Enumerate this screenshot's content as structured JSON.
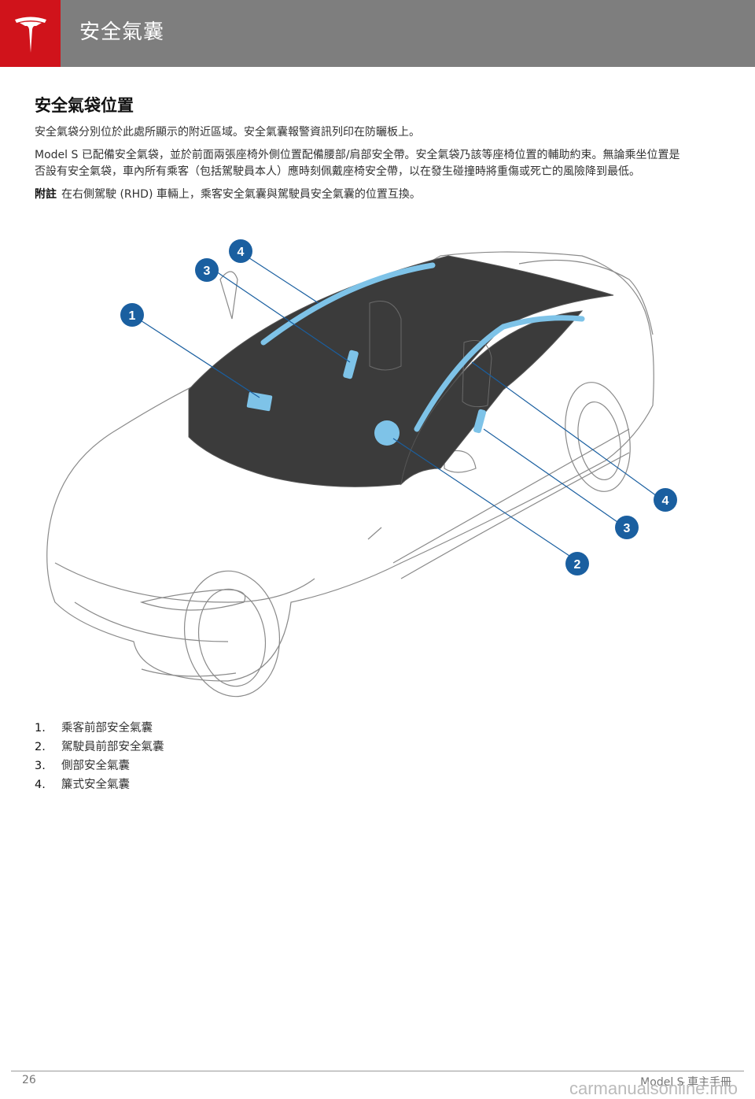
{
  "header": {
    "title": "安全氣囊"
  },
  "section": {
    "heading": "安全氣袋位置",
    "para1": "安全氣袋分別位於此處所顯示的附近區域。安全氣囊報警資訊列印在防曬板上。",
    "para2": "Model S 已配備安全氣袋，並於前面兩張座椅外側位置配備腰部/肩部安全帶。安全氣袋乃該等座椅位置的輔助約束。無論乘坐位置是否設有安全氣袋，車內所有乘客（包括駕駛員本人）應時刻佩戴座椅安全帶，以在發生碰撞時將重傷或死亡的風險降到最低。",
    "note_label": "附註",
    "note_text": "在右側駕駛 (RHD) 車輛上，乘客安全氣囊與駕駛員安全氣囊的位置互換。"
  },
  "figure": {
    "callouts": [
      "1",
      "2",
      "3",
      "4",
      "3",
      "4"
    ],
    "colors": {
      "airbag": "#7ec3e8",
      "callout": "#1a5fa0",
      "glass": "#3a3a3a"
    }
  },
  "legend": [
    {
      "num": "1.",
      "text": "乘客前部安全氣囊"
    },
    {
      "num": "2.",
      "text": "駕駛員前部安全氣囊"
    },
    {
      "num": "3.",
      "text": "側部安全氣囊"
    },
    {
      "num": "4.",
      "text": "簾式安全氣囊"
    }
  ],
  "footer": {
    "page": "26",
    "manual": "Model S 車主手冊",
    "watermark": "carmanualsonline.info"
  }
}
